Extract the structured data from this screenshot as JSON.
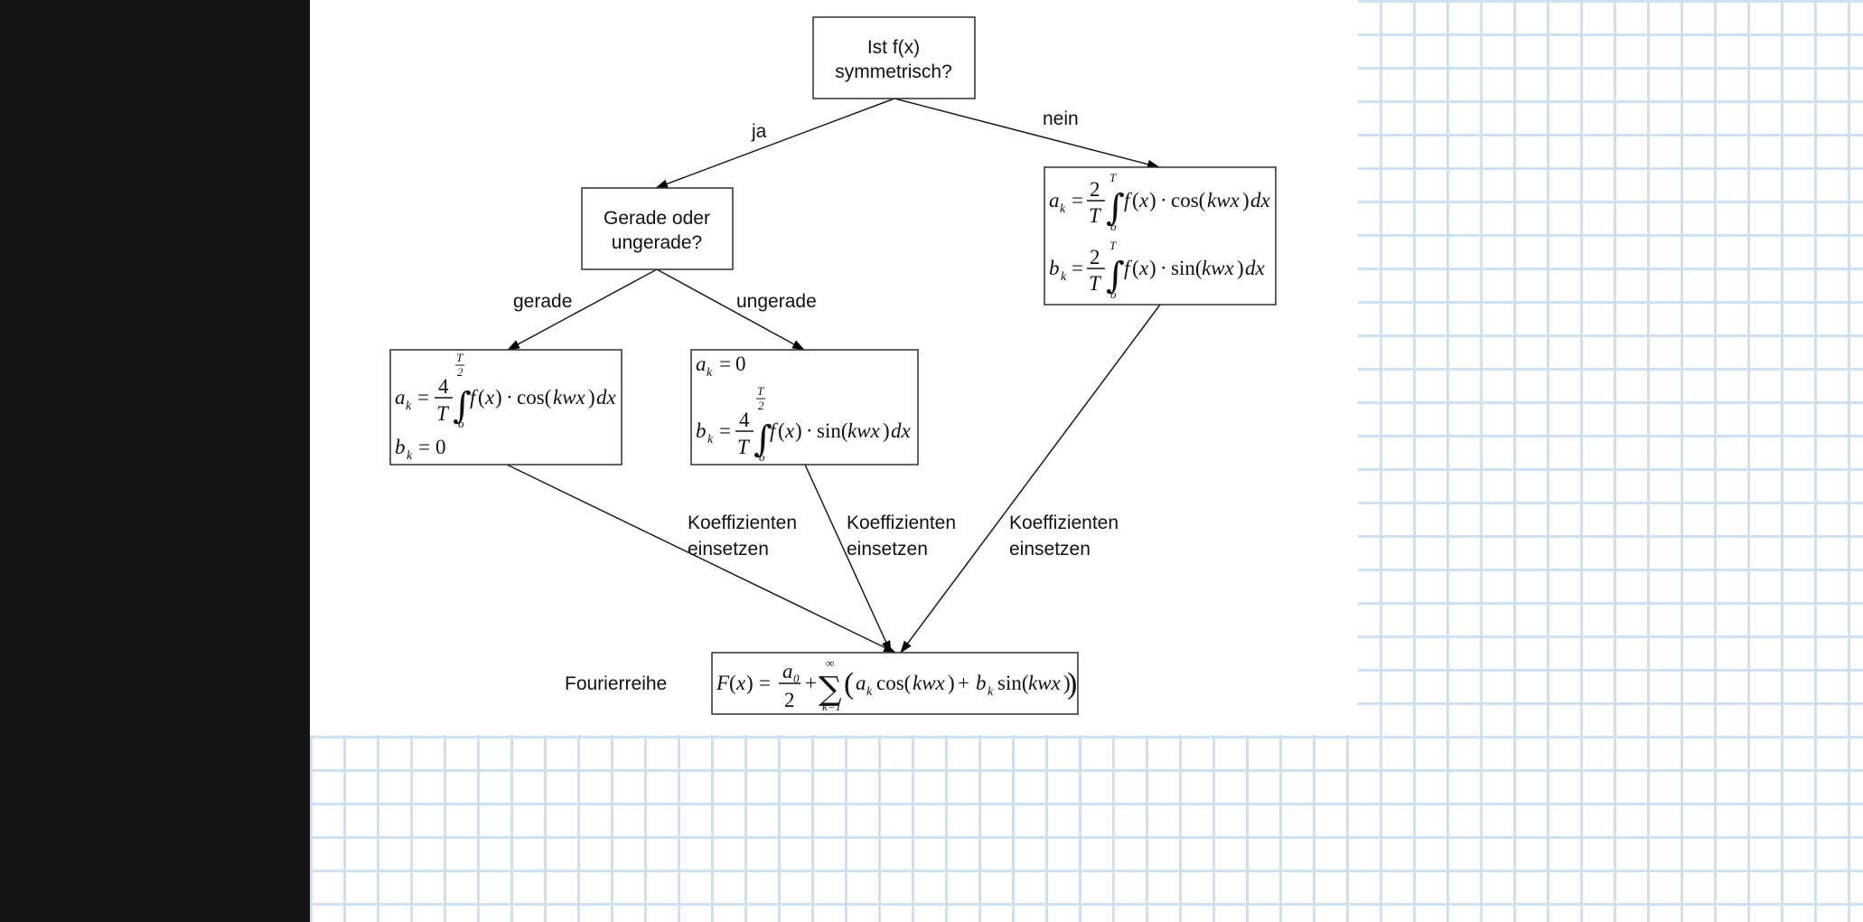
{
  "nodes": {
    "question_symmetric": "Ist f(x) symmetrisch?",
    "question_even_odd": "Gerade oder ungerade?",
    "result_label": "Fourierreihe"
  },
  "edges": {
    "ja": "ja",
    "nein": "nein",
    "gerade": "gerade",
    "ungerade": "ungerade",
    "insert_1": "Koeffizienten einsetzen",
    "insert_2": "Koeffizienten einsetzen",
    "insert_3": "Koeffizienten einsetzen"
  },
  "formulas": {
    "general_ak": "a_k = 2/T ∫_0^T f(x)·cos(kwx)dx",
    "general_bk": "b_k = 2/T ∫_0^T f(x)·sin(kwx)dx",
    "even_ak": "a_k = 4/T ∫_0^(T/2) f(x)·cos(kwx)dx",
    "even_bk": "b_k = 0",
    "odd_ak": "a_k = 0",
    "odd_bk": "b_k = 4/T ∫_0^(T/2) f(x)·sin(kwx)dx",
    "fourier_series": "F(x) = a_0/2 + Σ_(k=1)^∞ (a_k cos(kwx) + b_k sin(kwx))"
  },
  "colors": {
    "background_dark": "#151515",
    "grid_line": "#cfe1f1",
    "sheet": "#ffffff",
    "ink": "#111111"
  }
}
